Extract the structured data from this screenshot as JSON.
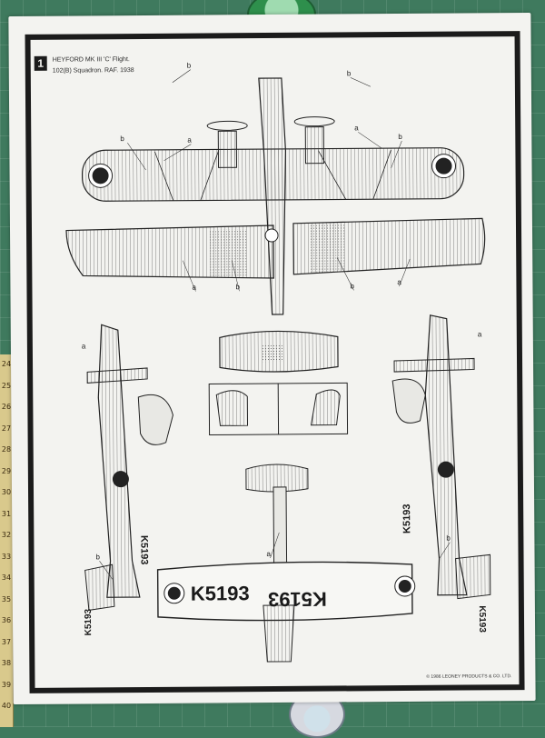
{
  "instruction_sheet": {
    "step_number": "1",
    "caption_line1": "HEYFORD MK III 'C' Flight.",
    "caption_line2": "102(B) Squadron. RAF. 1938",
    "copyright": "© 1986 LEONEY PRODUCTS & CO. LTD."
  },
  "callouts": {
    "a": "a",
    "b": "b"
  },
  "registration": "K5193",
  "ruler_marks": [
    "24",
    "25",
    "26",
    "27",
    "28",
    "29",
    "30",
    "31",
    "32",
    "33",
    "34",
    "35",
    "36",
    "37",
    "38",
    "39",
    "40"
  ],
  "colors": {
    "cutting_mat": "#3f7a5e",
    "paper": "#f3f3f0",
    "ink": "#1b1b1b"
  }
}
